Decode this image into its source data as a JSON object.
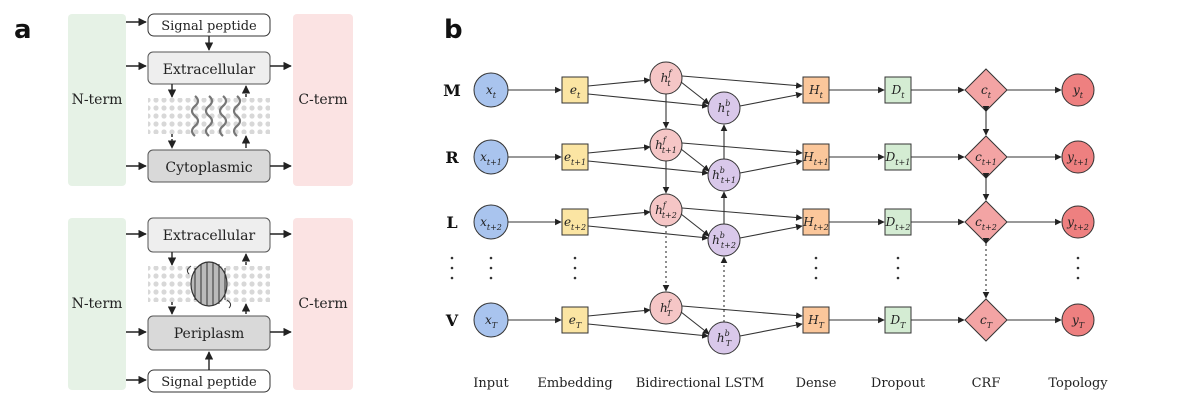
{
  "panel_a": {
    "label": "a",
    "top": {
      "nterm": "N-term",
      "cterm": "C-term",
      "signal": "Signal peptide",
      "extra": "Extracellular",
      "cyto": "Cytoplasmic"
    },
    "bottom": {
      "nterm": "N-term",
      "cterm": "C-term",
      "extra": "Extracellular",
      "peri": "Periplasm",
      "signal": "Signal peptide"
    }
  },
  "panel_b": {
    "label": "b",
    "rows": [
      "M",
      "R",
      "L",
      "V"
    ],
    "columns": [
      "Input",
      "Embedding",
      "Bidirectional LSTM",
      "Dense",
      "Dropout",
      "CRF",
      "Topology"
    ],
    "sym": {
      "x": "x",
      "e": "e",
      "h": "h",
      "H": "H",
      "D": "D",
      "c": "c",
      "y": "y",
      "f": "f",
      "b": "b"
    },
    "subs": [
      "t",
      "t+1",
      "t+2",
      "T"
    ]
  },
  "colors": {
    "nterm_fill": "#e6f2e6",
    "cterm_fill": "#fbe3e3",
    "input": "#a9c4ee",
    "embed": "#fbe5a3",
    "lstm_f": "#f5c6c6",
    "lstm_b": "#d9c8ea",
    "dense": "#fbc79b",
    "dropout": "#d4ecd3",
    "crf": "#f3a4a4",
    "topology": "#ee8080"
  }
}
